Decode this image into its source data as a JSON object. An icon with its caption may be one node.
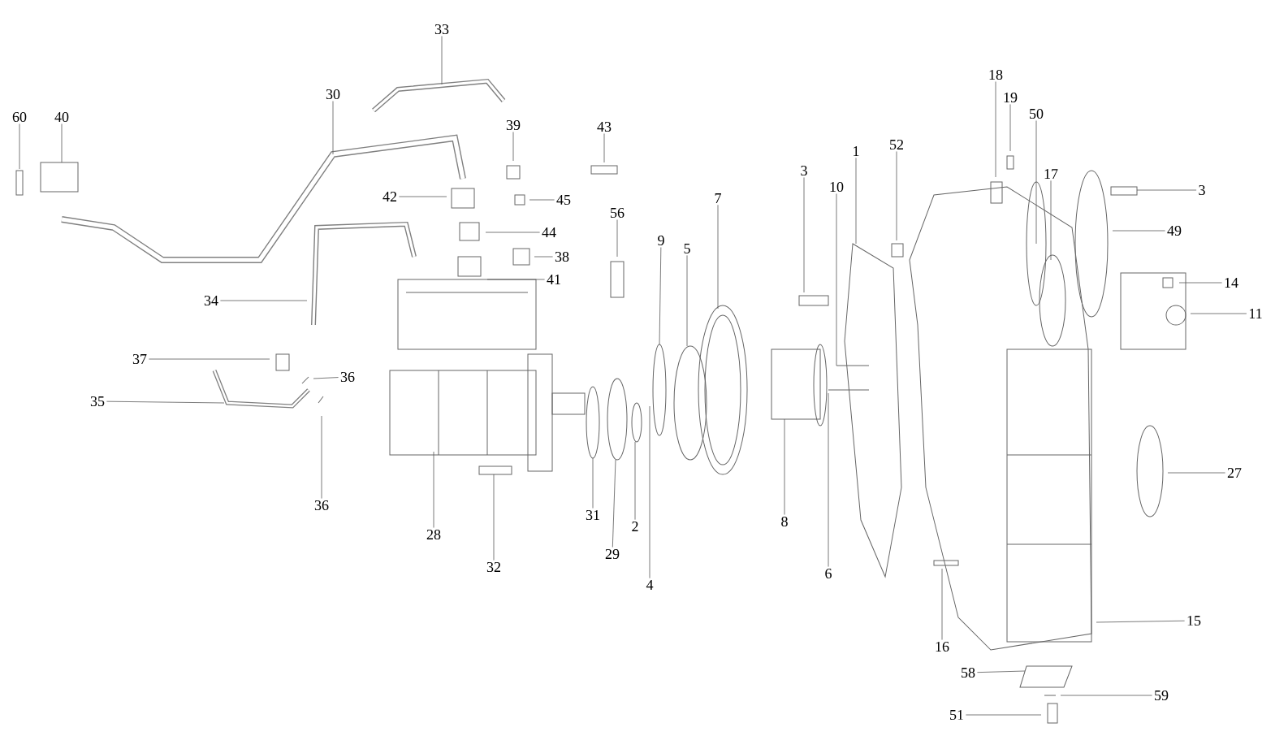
{
  "diagram": {
    "nodes": [
      {
        "text": [
          "33"
        ]
      },
      {
        "text": [
          "18"
        ]
      },
      {
        "text": [
          "30"
        ]
      },
      {
        "text": [
          "19"
        ]
      },
      {
        "text": [
          "60"
        ]
      },
      {
        "text": [
          "40"
        ]
      },
      {
        "text": [
          "50"
        ]
      },
      {
        "text": [
          "39"
        ]
      },
      {
        "text": [
          "43"
        ]
      },
      {
        "text": [
          "1"
        ]
      },
      {
        "text": [
          "52"
        ]
      },
      {
        "text": [
          "3"
        ]
      },
      {
        "text": [
          "3"
        ]
      },
      {
        "text": [
          "10"
        ]
      },
      {
        "text": [
          "17"
        ]
      },
      {
        "text": [
          "7"
        ]
      },
      {
        "text": [
          "42"
        ]
      },
      {
        "text": [
          "45"
        ]
      },
      {
        "text": [
          "56"
        ]
      },
      {
        "text": [
          "44"
        ]
      },
      {
        "text": [
          "9"
        ]
      },
      {
        "text": [
          "49"
        ]
      },
      {
        "text": [
          "5"
        ]
      },
      {
        "text": [
          "38"
        ]
      },
      {
        "text": [
          "14"
        ]
      },
      {
        "text": [
          "41"
        ]
      },
      {
        "text": [
          "34"
        ]
      },
      {
        "text": [
          "11"
        ]
      },
      {
        "text": [
          "37"
        ]
      },
      {
        "text": [
          "36"
        ]
      },
      {
        "text": [
          "35"
        ]
      },
      {
        "text": [
          "27"
        ]
      },
      {
        "text": [
          "36"
        ]
      },
      {
        "text": [
          "31"
        ]
      },
      {
        "text": [
          "8"
        ]
      },
      {
        "text": [
          "2"
        ]
      },
      {
        "text": [
          "28"
        ]
      },
      {
        "text": [
          "29"
        ]
      },
      {
        "text": [
          "32"
        ]
      },
      {
        "text": [
          "6"
        ]
      },
      {
        "text": [
          "4"
        ]
      },
      {
        "text": [
          "15"
        ]
      },
      {
        "text": [
          "16"
        ]
      },
      {
        "text": [
          "58"
        ]
      },
      {
        "text": [
          "59"
        ]
      },
      {
        "text": [
          "51"
        ]
      }
    ],
    "edges": [
      {
        "from": 0,
        "to": null,
        "arrow": "none"
      },
      {
        "from": 1,
        "to": null,
        "arrow": "none"
      },
      {
        "from": 2,
        "to": null,
        "arrow": "none"
      },
      {
        "from": 3,
        "to": null,
        "arrow": "none"
      },
      {
        "from": 4,
        "to": null,
        "arrow": "none"
      },
      {
        "from": 5,
        "to": null,
        "arrow": "none"
      },
      {
        "from": 6,
        "to": null,
        "arrow": "none"
      },
      {
        "from": 7,
        "to": null,
        "arrow": "none"
      },
      {
        "from": 8,
        "to": null,
        "arrow": "none"
      },
      {
        "from": 9,
        "to": null,
        "arrow": "none"
      },
      {
        "from": 10,
        "to": null,
        "arrow": "none"
      },
      {
        "from": 11,
        "to": null,
        "arrow": "none"
      },
      {
        "from": 12,
        "to": null,
        "arrow": "none"
      },
      {
        "from": 13,
        "to": null,
        "arrow": "none"
      },
      {
        "from": 14,
        "to": null,
        "arrow": "none"
      },
      {
        "from": 15,
        "to": null,
        "arrow": "none"
      },
      {
        "from": 16,
        "to": null,
        "arrow": "none"
      },
      {
        "from": 17,
        "to": null,
        "arrow": "none"
      },
      {
        "from": 18,
        "to": null,
        "arrow": "none"
      },
      {
        "from": 19,
        "to": null,
        "arrow": "none"
      },
      {
        "from": 20,
        "to": null,
        "arrow": "none"
      },
      {
        "from": 21,
        "to": null,
        "arrow": "none"
      },
      {
        "from": 22,
        "to": null,
        "arrow": "none"
      },
      {
        "from": 23,
        "to": null,
        "arrow": "none"
      },
      {
        "from": 24,
        "to": null,
        "arrow": "none"
      },
      {
        "from": 25,
        "to": null,
        "arrow": "none"
      },
      {
        "from": 26,
        "to": null,
        "arrow": "none"
      },
      {
        "from": 27,
        "to": null,
        "arrow": "none"
      },
      {
        "from": 28,
        "to": null,
        "arrow": "none"
      },
      {
        "from": 29,
        "to": null,
        "arrow": "none"
      },
      {
        "from": 30,
        "to": null,
        "arrow": "none"
      },
      {
        "from": 31,
        "to": null,
        "arrow": "none"
      },
      {
        "from": 32,
        "to": null,
        "arrow": "none"
      },
      {
        "from": 33,
        "to": null,
        "arrow": "none"
      },
      {
        "from": 34,
        "to": null,
        "arrow": "none"
      },
      {
        "from": 35,
        "to": null,
        "arrow": "none"
      },
      {
        "from": 36,
        "to": null,
        "arrow": "none"
      },
      {
        "from": 37,
        "to": null,
        "arrow": "none"
      },
      {
        "from": 38,
        "to": null,
        "arrow": "none"
      },
      {
        "from": 39,
        "to": null,
        "arrow": "none"
      },
      {
        "from": 40,
        "to": null,
        "arrow": "none"
      },
      {
        "from": 41,
        "to": null,
        "arrow": "none"
      },
      {
        "from": 42,
        "to": null,
        "arrow": "none"
      },
      {
        "from": 43,
        "to": null,
        "arrow": "none"
      },
      {
        "from": 44,
        "to": null,
        "arrow": "none"
      },
      {
        "from": 45,
        "to": null,
        "arrow": "none"
      }
    ]
  }
}
